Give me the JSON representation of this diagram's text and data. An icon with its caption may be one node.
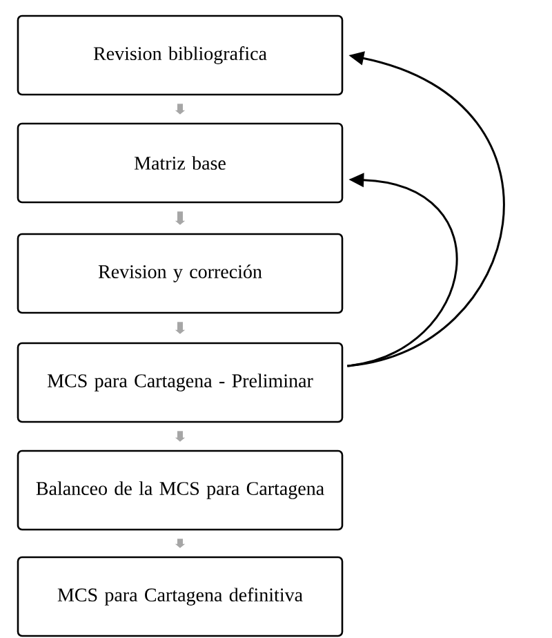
{
  "diagram": {
    "nodes": [
      {
        "text": [
          "Revision bibliografica"
        ]
      },
      {
        "text": [
          "Matriz base"
        ]
      },
      {
        "text": [
          "Revision y correción"
        ]
      },
      {
        "text": [
          "MCS para Cartagena - Preliminar"
        ]
      },
      {
        "text": [
          "Balanceo de la MCS para Cartagena"
        ]
      },
      {
        "text": [
          "MCS para Cartagena definitiva"
        ]
      }
    ],
    "edges": [
      {
        "from": 0,
        "to": 1,
        "arrow": "to",
        "color": "#a6a6a6"
      },
      {
        "from": 1,
        "to": 2,
        "arrow": "to",
        "color": "#a6a6a6"
      },
      {
        "from": 2,
        "to": 3,
        "arrow": "to",
        "color": "#a6a6a6"
      },
      {
        "from": 3,
        "to": 4,
        "arrow": "to",
        "color": "#a6a6a6"
      },
      {
        "from": 4,
        "to": 5,
        "arrow": "to",
        "color": "#a6a6a6"
      },
      {
        "from": 3,
        "to": 1,
        "arrow": "to",
        "color": "#000000"
      },
      {
        "from": 3,
        "to": 0,
        "arrow": "to",
        "color": "#000000"
      }
    ]
  }
}
